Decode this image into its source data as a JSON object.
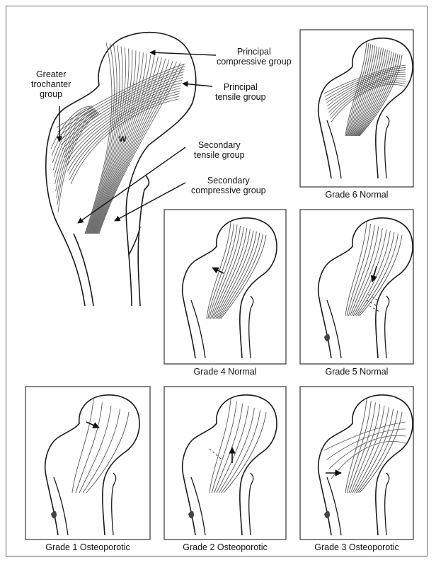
{
  "main_labels": {
    "greater_trochanter_1": "Greater",
    "greater_trochanter_2": "trochanter",
    "greater_trochanter_3": "group",
    "principal_compressive_1": "Principal",
    "principal_compressive_2": "compressive group",
    "principal_tensile_1": "Principal",
    "principal_tensile_2": "tensile group",
    "secondary_tensile_1": "Secondary",
    "secondary_tensile_2": "tensile group",
    "secondary_compressive_1": "Secondary",
    "secondary_compressive_2": "compressive group",
    "ward_marker": "W"
  },
  "captions": {
    "grade6": "Grade 6 Normal",
    "grade4": "Grade 4 Normal",
    "grade5": "Grade 5 Normal",
    "grade1": "Grade 1 Osteoporotic",
    "grade2": "Grade 2 Osteoporotic",
    "grade3": "Grade 3 Osteoporotic"
  },
  "colors": {
    "ink": "#1a1a1a",
    "trabecula": "#555555",
    "frame": "#666666"
  }
}
